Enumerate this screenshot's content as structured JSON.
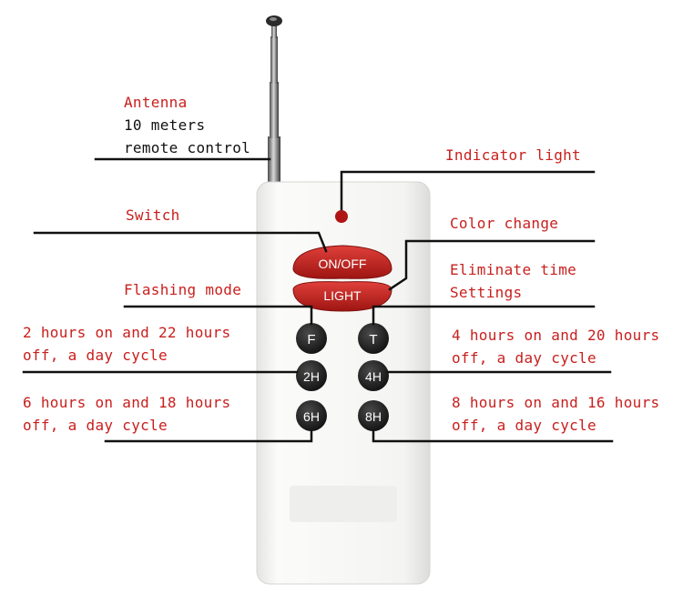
{
  "colors": {
    "label_red": "#c8201e",
    "label_black": "#111111",
    "button_red": "#c8231f",
    "button_dark": "#1f1f1f",
    "remote_body": "#f3f3f1",
    "indicator": "#b01515"
  },
  "labels": {
    "antenna_title": "Antenna",
    "antenna_line1": "10 meters",
    "antenna_line2": "remote control",
    "indicator": "Indicator light",
    "switch": "Switch",
    "color_change": "Color change",
    "eliminate_line1": "Eliminate time",
    "eliminate_line2": "Settings",
    "flashing_mode": "Flashing mode",
    "two_h_line1": "2 hours on and 22 hours",
    "two_h_line2": "off, a day cycle",
    "four_h_line1": "4 hours on and 20 hours",
    "four_h_line2": "off, a day cycle",
    "six_h_line1": "6 hours on and 18 hours",
    "six_h_line2": "off, a day cycle",
    "eight_h_line1": "8 hours on and 16 hours",
    "eight_h_line2": "off, a day cycle"
  },
  "buttons": {
    "on_off": "ON/OFF",
    "light": "LIGHT",
    "f": "F",
    "t": "T",
    "two_h": "2H",
    "four_h": "4H",
    "six_h": "6H",
    "eight_h": "8H"
  }
}
